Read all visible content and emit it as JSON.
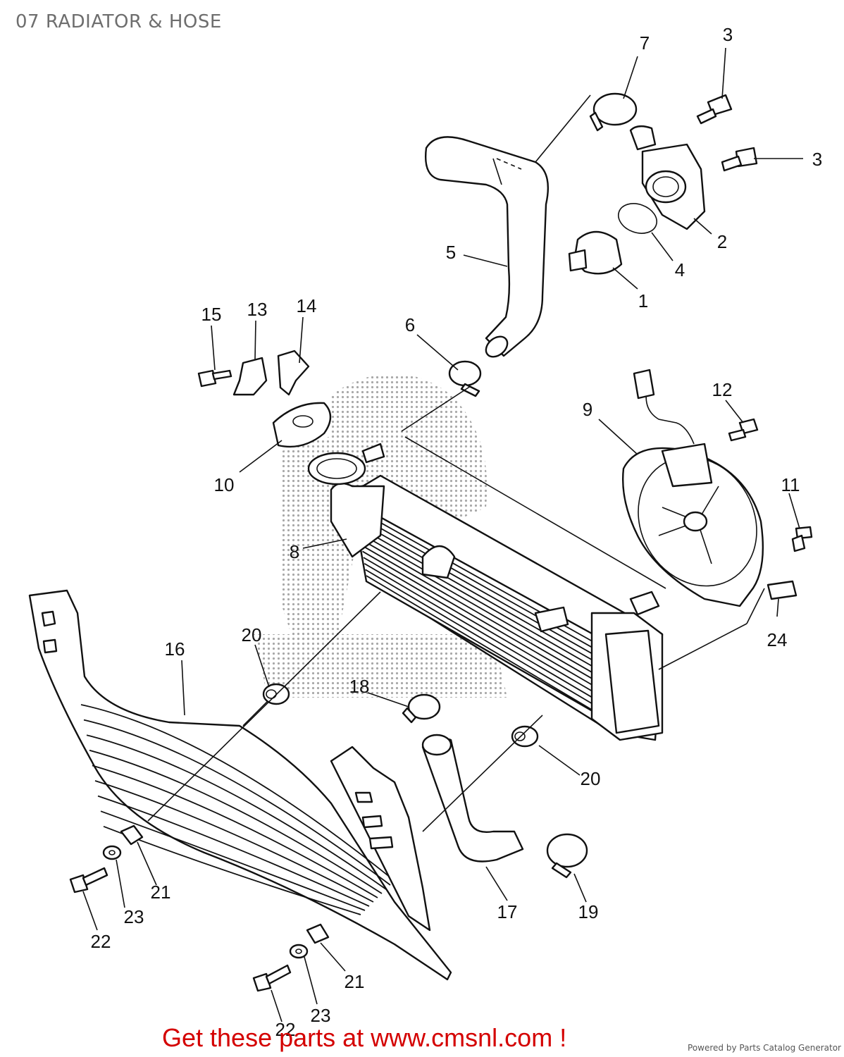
{
  "title": "07 RADIATOR & HOSE",
  "footer": {
    "cta": "Get these parts at www.cmsnl.com !",
    "powered_by": "Powered by Parts Catalog Generator"
  },
  "callouts": {
    "c1": "1",
    "c2": "2",
    "c3a": "3",
    "c3b": "3",
    "c4": "4",
    "c5": "5",
    "c6": "6",
    "c7": "7",
    "c8": "8",
    "c9": "9",
    "c10": "10",
    "c11": "11",
    "c12": "12",
    "c13": "13",
    "c14": "14",
    "c15": "15",
    "c16": "16",
    "c17": "17",
    "c18": "18",
    "c19": "19",
    "c20a": "20",
    "c20b": "20",
    "c21a": "21",
    "c21b": "21",
    "c22a": "22",
    "c22b": "22",
    "c23a": "23",
    "c23b": "23",
    "c24": "24"
  }
}
